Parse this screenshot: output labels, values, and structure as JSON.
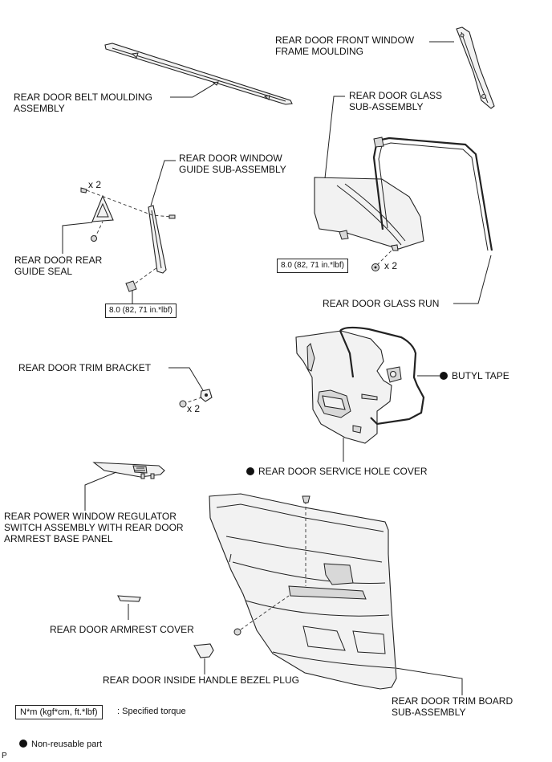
{
  "labels": {
    "front_window_frame_moulding": "REAR DOOR FRONT WINDOW\nFRAME MOULDING",
    "belt_moulding": "REAR DOOR BELT MOULDING\nASSEMBLY",
    "door_glass": "REAR DOOR GLASS\nSUB-ASSEMBLY",
    "window_guide": "REAR DOOR WINDOW\nGUIDE SUB-ASSEMBLY",
    "rear_guide_seal": "REAR DOOR REAR\nGUIDE SEAL",
    "glass_run": "REAR DOOR GLASS RUN",
    "trim_bracket": "REAR DOOR TRIM BRACKET",
    "butyl_tape": "BUTYL TAPE",
    "service_hole_cover": "REAR DOOR SERVICE HOLE COVER",
    "power_window_switch": "REAR POWER WINDOW REGULATOR\nSWITCH ASSEMBLY WITH REAR DOOR\nARMREST BASE PANEL",
    "armrest_cover": "REAR DOOR ARMREST COVER",
    "handle_bezel_plug": "REAR DOOR INSIDE HANDLE BEZEL PLUG",
    "trim_board": "REAR DOOR TRIM BOARD\nSUB-ASSEMBLY"
  },
  "torques": {
    "glass_bolt": "8.0 (82, 71 in.*lbf)",
    "guide_bolt": "8.0 (82, 71 in.*lbf)"
  },
  "quantities": {
    "guide_screws": "x 2",
    "glass_bolts": "x 2",
    "bracket_screws": "x 2"
  },
  "legend": {
    "torque_unit": "N*m (kgf*cm, ft.*lbf)",
    "torque_desc": ": Specified torque",
    "non_reusable": "Non-reusable part"
  },
  "corner_mark": "P"
}
